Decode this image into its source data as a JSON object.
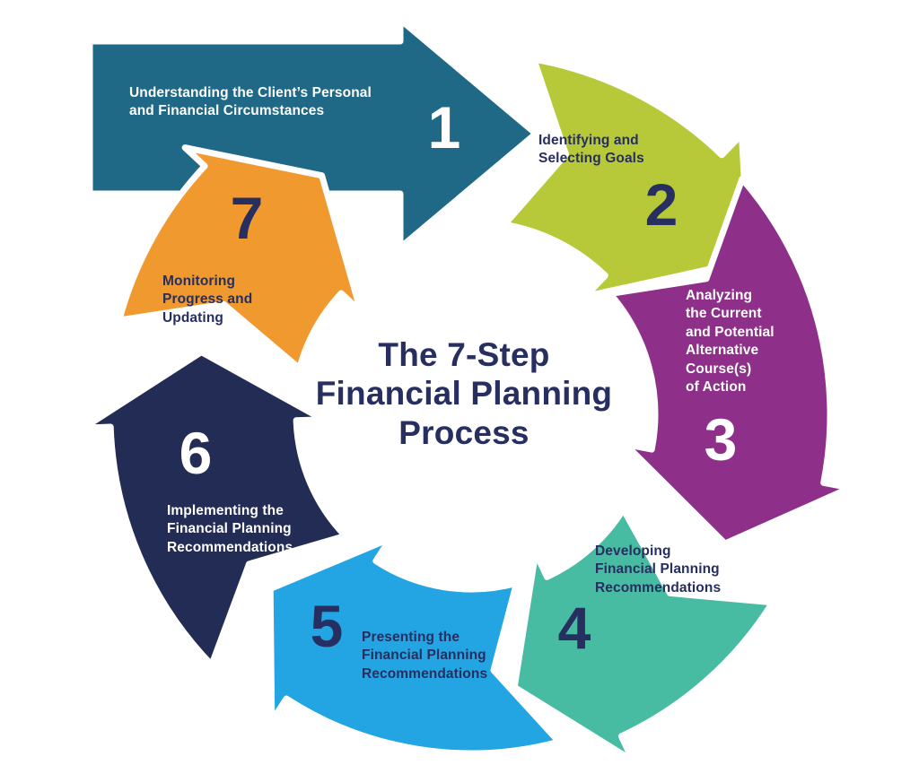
{
  "title": "The 7-Step\nFinancial Planning\nProcess",
  "title_color": "#272E60",
  "background_color": "#FFFFFF",
  "outline_color": "#FFFFFF",
  "steps": [
    {
      "number": "1",
      "label": "Understanding the Client’s Personal\nand Financial Circumstances",
      "arrow_color": "#1F6886",
      "text_color": "#FFFFFF"
    },
    {
      "number": "2",
      "label": "Identifying and\nSelecting Goals",
      "arrow_color": "#B7C838",
      "text_color": "#272E60"
    },
    {
      "number": "3",
      "label": "Analyzing\nthe Current\nand Potential\nAlternative\nCourse(s)\nof Action",
      "arrow_color": "#8E2F8A",
      "text_color": "#FFFFFF"
    },
    {
      "number": "4",
      "label": "Developing\nFinancial Planning\nRecommendations",
      "arrow_color": "#48BCA2",
      "text_color": "#272E60"
    },
    {
      "number": "5",
      "label": "Presenting the\nFinancial Planning\nRecommendations",
      "arrow_color": "#22A5E2",
      "text_color": "#272E60"
    },
    {
      "number": "6",
      "label": "Implementing the\nFinancial Planning\nRecommendations",
      "arrow_color": "#222C55",
      "text_color": "#FFFFFF"
    },
    {
      "number": "7",
      "label": "Monitoring\nProgress and\nUpdating",
      "arrow_color": "#F0992E",
      "text_color": "#272E60"
    }
  ]
}
